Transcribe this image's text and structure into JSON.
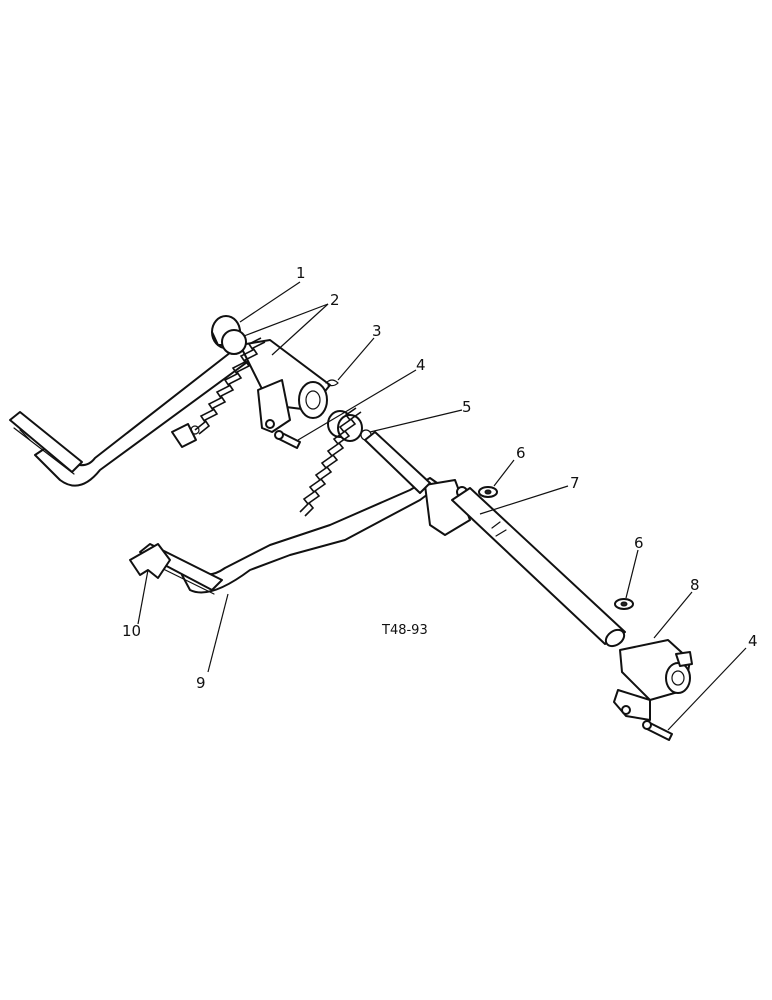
{
  "figure_code": "T48-93",
  "callouts": [
    "1",
    "2",
    "3",
    "4",
    "5",
    "6",
    "7",
    "6",
    "8",
    "4",
    "9",
    "10"
  ],
  "part_icons": {
    "shaft": "cross-shaft-icon",
    "pedal_brake": "brake-pedal-icon",
    "pedal_clutch": "clutch-pedal-icon",
    "spring": "return-spring-icon",
    "bushing": "bushing-icon",
    "pin": "clevis-pin-icon",
    "washer": "washer-icon",
    "clip": "retaining-clip-icon",
    "bracket": "lever-bracket-icon",
    "pad": "pedal-pad-icon"
  }
}
